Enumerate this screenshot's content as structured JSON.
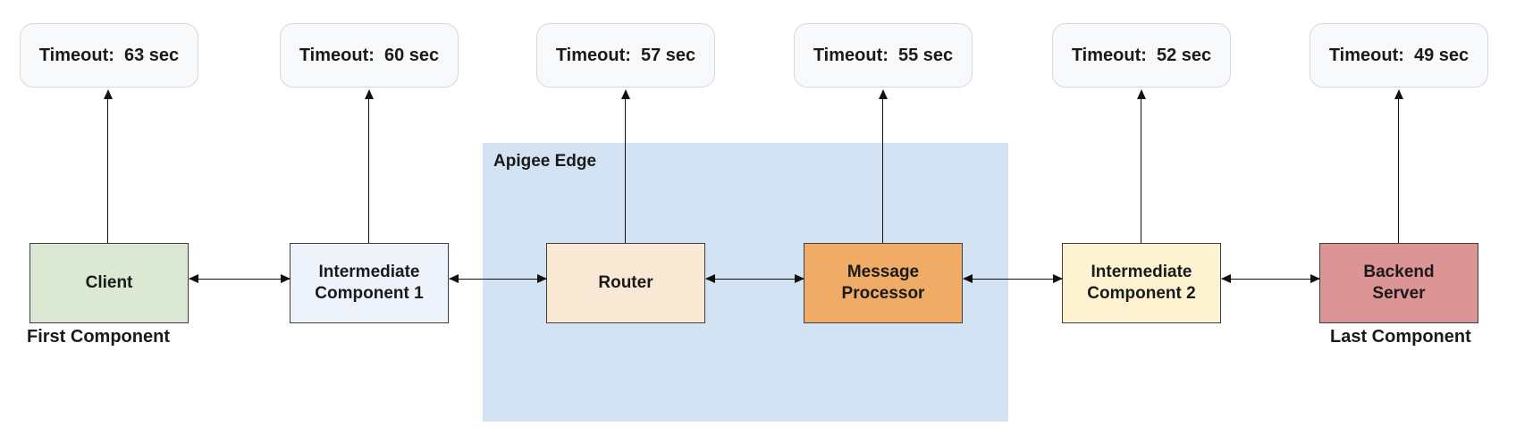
{
  "diagram": {
    "region": {
      "label": "Apigee Edge",
      "fill": "#d4e3f4"
    },
    "nodes": [
      {
        "name": "client",
        "label": "Client",
        "timeout_label": "Timeout:  63 sec",
        "timeout_seconds": 63,
        "fill": "#dbe8d4",
        "role_label": "First Component"
      },
      {
        "name": "intermediate-component-1",
        "label": "Intermediate\nComponent 1",
        "timeout_label": "Timeout:  60 sec",
        "timeout_seconds": 60,
        "fill": "#eef2fb"
      },
      {
        "name": "router",
        "label": "Router",
        "timeout_label": "Timeout:  57 sec",
        "timeout_seconds": 57,
        "fill": "#f9e8d3",
        "inside_region": "Apigee Edge"
      },
      {
        "name": "message-processor",
        "label": "Message\nProcessor",
        "timeout_label": "Timeout:  55 sec",
        "timeout_seconds": 55,
        "fill": "#f0ab66",
        "inside_region": "Apigee Edge"
      },
      {
        "name": "intermediate-component-2",
        "label": "Intermediate\nComponent 2",
        "timeout_label": "Timeout:  52 sec",
        "timeout_seconds": 52,
        "fill": "#fdf3d0"
      },
      {
        "name": "backend-server",
        "label": "Backend\nServer",
        "timeout_label": "Timeout:  49 sec",
        "timeout_seconds": 49,
        "fill": "#dc9494",
        "role_label": "Last Component"
      }
    ],
    "colors": {
      "region_fill": "#d4e3f4",
      "timeout_box_fill": "#f8f9fb",
      "timeout_box_border": "#d5d9de",
      "component_border": "#3f3f3f",
      "arrow": "#111111",
      "text": "#1a1a1a"
    }
  }
}
